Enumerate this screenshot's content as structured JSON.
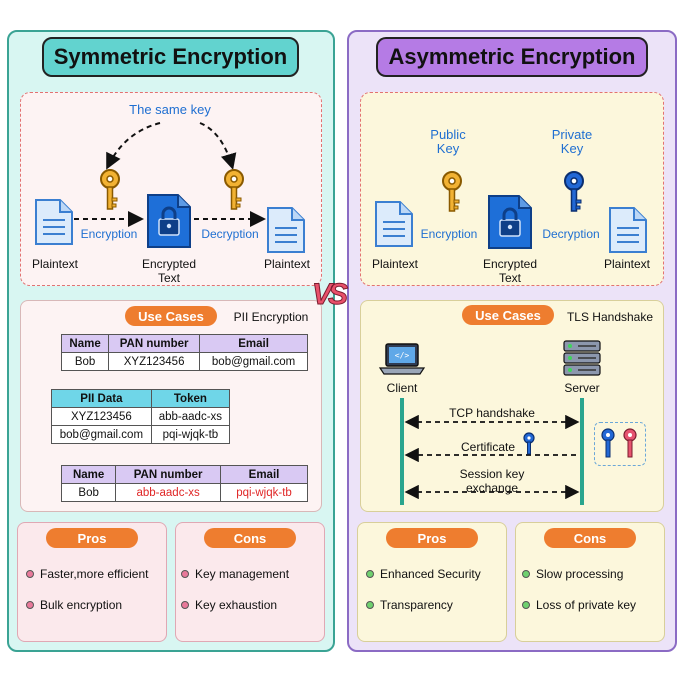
{
  "symmetric": {
    "title": "Symmetric Encryption",
    "same_key": "The same key",
    "plaintext_in": "Plaintext",
    "encryption": "Encryption",
    "encrypted_text": "Encrypted\nText",
    "decryption": "Decryption",
    "plaintext_out": "Plaintext",
    "use_cases": "Use Cases",
    "use_case_title": "PII Encryption",
    "table1": {
      "headers": [
        "Name",
        "PAN number",
        "Email"
      ],
      "row": [
        "Bob",
        "XYZ123456",
        "bob@gmail.com"
      ]
    },
    "token_table": {
      "headers": [
        "PII Data",
        "Token"
      ],
      "rows": [
        [
          "XYZ123456",
          "abb-aadc-xs"
        ],
        [
          "bob@gmail.com",
          "pqi-wjqk-tb"
        ]
      ]
    },
    "table2": {
      "headers": [
        "Name",
        "PAN number",
        "Email"
      ],
      "row": [
        "Bob",
        "abb-aadc-xs",
        "pqi-wjqk-tb"
      ]
    },
    "pros_label": "Pros",
    "pros": [
      "Faster,more efficient",
      "Bulk encryption"
    ],
    "cons_label": "Cons",
    "cons": [
      "Key management",
      "Key exhaustion"
    ]
  },
  "asymmetric": {
    "title": "Asymmetric Encryption",
    "public_key": "Public\nKey",
    "private_key": "Private\nKey",
    "plaintext_in": "Plaintext",
    "encryption": "Encryption",
    "encrypted_text": "Encrypted\nText",
    "decryption": "Decryption",
    "plaintext_out": "Plaintext",
    "use_cases": "Use Cases",
    "use_case_title": "TLS Handshake",
    "client": "Client",
    "server": "Server",
    "tcp": "TCP handshake",
    "certificate": "Certificate",
    "session_key": "Session key\nexchange",
    "pros_label": "Pros",
    "pros": [
      "Enhanced Security",
      "Transparency"
    ],
    "cons_label": "Cons",
    "cons": [
      "Slow processing",
      "Loss of private key"
    ]
  },
  "vs": "VS",
  "colors": {
    "left_panel": "#d8f6f2",
    "right_panel": "#ece3f8",
    "orange": "#ee7d2f",
    "key_gold": "#f2b233",
    "key_blue": "#2268d6",
    "key_red": "#e6536f",
    "link_blue": "#1f6fd1"
  }
}
